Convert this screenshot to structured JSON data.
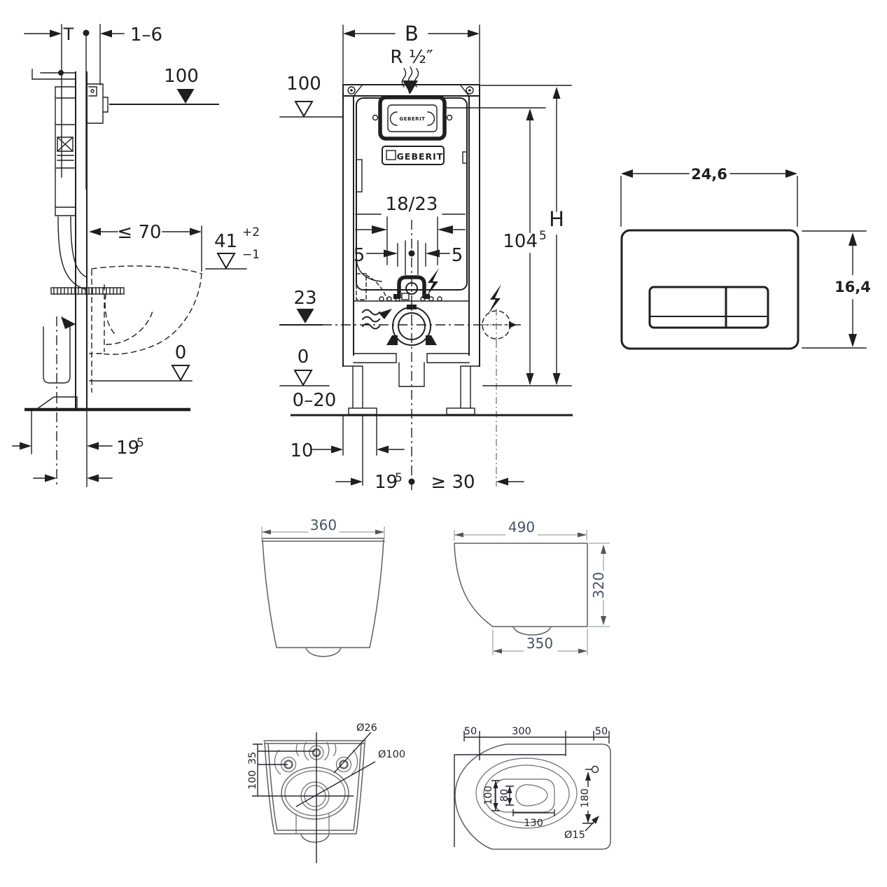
{
  "colors": {
    "ink": "#1f1f1f",
    "body_gray": "#5f5f5f",
    "dim_gray": "#9aa2aa",
    "label_blue": "#44536b",
    "label_dark": "#22262e",
    "background": "#ffffff"
  },
  "brand": {
    "name": "GEBERIT"
  },
  "frame_side": {
    "t": "T",
    "gap": "1–6",
    "height_100": "100",
    "depth_max": "≤ 70",
    "height_41": "41",
    "tol_plus": "+2",
    "tol_minus": "−1",
    "zero": "0",
    "depth_19": "19",
    "depth_19_sup": "5"
  },
  "frame_front": {
    "width_b": "B",
    "supply": "R ½″",
    "height_100": "100",
    "supply_pos": "18/23",
    "offset_left": "5",
    "offset_right": "5",
    "height_23": "23",
    "zero": "0",
    "floor_range": "0–20",
    "foot_offset": "10",
    "drain_19": "19",
    "drain_19_sup": "5",
    "supply_min": "≥ 30",
    "height_h": "H",
    "height_104": "104",
    "height_104_sup": "5"
  },
  "flush_plate": {
    "width": "24,6",
    "height": "16,4"
  },
  "bowl_front": {
    "width": "360"
  },
  "bowl_side": {
    "depth": "490",
    "height": "320",
    "bottom_depth": "350"
  },
  "bowl_rear": {
    "hole_dia": "Ø26",
    "drain_dia": "Ø100",
    "offset_35": "35",
    "offset_100": "100"
  },
  "bowl_top": {
    "left_50": "50",
    "mid_300": "300",
    "right_50": "50",
    "inner_100": "100",
    "inner_80": "80",
    "inner_130": "130",
    "hole_offset_180": "180",
    "hole_dia": "Ø15"
  }
}
